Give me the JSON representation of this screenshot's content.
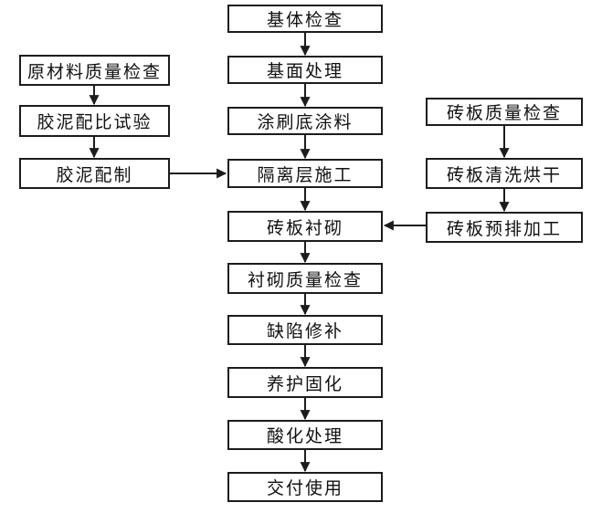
{
  "flowchart": {
    "colors": {
      "background": "#ffffff",
      "box_border": "#1c1c1c",
      "text": "#111111",
      "arrow": "#1c1c1c"
    },
    "center_column": [
      {
        "label": "基体检查"
      },
      {
        "label": "基面处理"
      },
      {
        "label": "涂刷底涂料"
      },
      {
        "label": "隔离层施工"
      },
      {
        "label": "砖板衬砌"
      },
      {
        "label": "衬砌质量检查"
      },
      {
        "label": "缺陷修补"
      },
      {
        "label": "养护固化"
      },
      {
        "label": "酸化处理"
      },
      {
        "label": "交付使用"
      }
    ],
    "left_column": [
      {
        "label": "原材料质量检查"
      },
      {
        "label": "胶泥配比试验"
      },
      {
        "label": "胶泥配制"
      }
    ],
    "right_column": [
      {
        "label": "砖板质量检查"
      },
      {
        "label": "砖板清洗烘干"
      },
      {
        "label": "砖板预排加工"
      }
    ],
    "edges": [
      {
        "from": "基体检查",
        "to": "基面处理"
      },
      {
        "from": "基面处理",
        "to": "涂刷底涂料"
      },
      {
        "from": "涂刷底涂料",
        "to": "隔离层施工"
      },
      {
        "from": "隔离层施工",
        "to": "砖板衬砌"
      },
      {
        "from": "砖板衬砌",
        "to": "衬砌质量检查"
      },
      {
        "from": "衬砌质量检查",
        "to": "缺陷修补"
      },
      {
        "from": "缺陷修补",
        "to": "养护固化"
      },
      {
        "from": "养护固化",
        "to": "酸化处理"
      },
      {
        "from": "酸化处理",
        "to": "交付使用"
      },
      {
        "from": "原材料质量检查",
        "to": "胶泥配比试验"
      },
      {
        "from": "胶泥配比试验",
        "to": "胶泥配制"
      },
      {
        "from": "胶泥配制",
        "to": "隔离层施工"
      },
      {
        "from": "砖板质量检查",
        "to": "砖板清洗烘干"
      },
      {
        "from": "砖板清洗烘干",
        "to": "砖板预排加工"
      },
      {
        "from": "砖板预排加工",
        "to": "砖板衬砌"
      }
    ]
  }
}
